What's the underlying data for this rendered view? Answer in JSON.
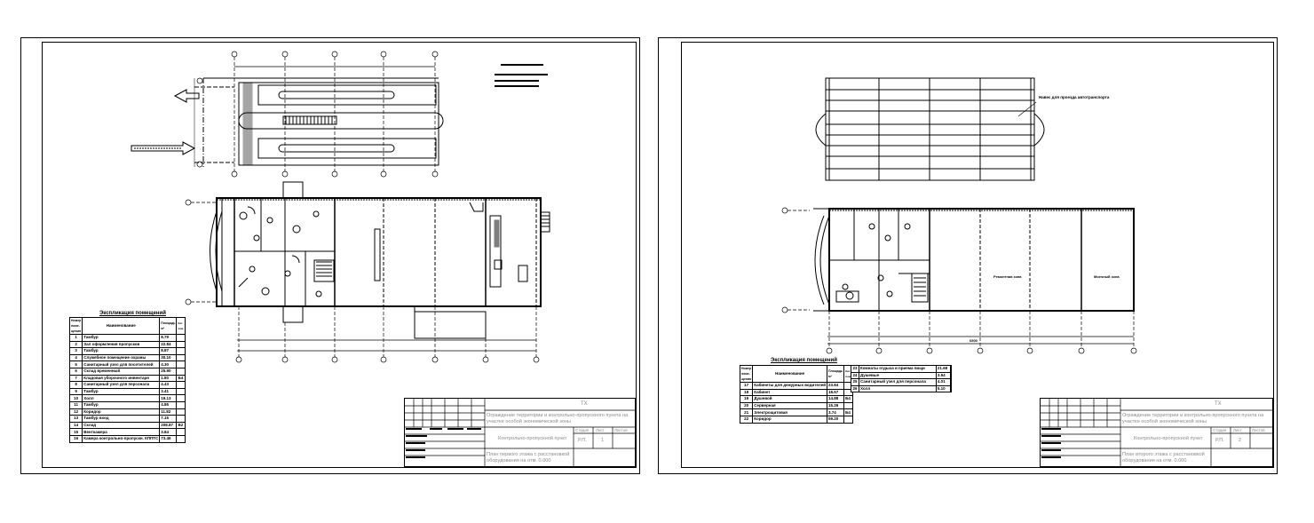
{
  "sheets": [
    {
      "explication": {
        "title": "Экспликация помещений",
        "headers": [
          "Номер поме-щения",
          "Наименование",
          "Площадь м²",
          "Кат. пом."
        ],
        "rows": [
          [
            "1",
            "Тамбур",
            "8.79",
            ""
          ],
          [
            "2",
            "Зал оформления пропусков",
            "22.84",
            ""
          ],
          [
            "3",
            "Тамбур",
            "8.87",
            ""
          ],
          [
            "4",
            "Служебное помещение охраны",
            "30.10",
            ""
          ],
          [
            "5",
            "Санитарный узел для посетителей",
            "4.30",
            ""
          ],
          [
            "6",
            "Склад временный",
            "25.90",
            ""
          ],
          [
            "7",
            "Кладовая уборочного инвентаря",
            "1.80",
            "Б4"
          ],
          [
            "8",
            "Санитарный узел для персонала",
            "4.43",
            ""
          ],
          [
            "9",
            "Тамбур",
            "3.41",
            ""
          ],
          [
            "10",
            "Холл",
            "19.13",
            ""
          ],
          [
            "11",
            "Тамбур",
            "4.85",
            ""
          ],
          [
            "12",
            "Коридор",
            "11.82",
            ""
          ],
          [
            "13",
            "Тамбур вход",
            "7.15",
            ""
          ],
          [
            "14",
            "Склад",
            "208.87",
            "В2"
          ],
          [
            "15",
            "Венткамера",
            "3.84",
            ""
          ],
          [
            "16",
            "Камера контрольно-пропускн. КППТС",
            "73.46",
            ""
          ]
        ]
      },
      "title_block": {
        "code": "ТХ",
        "project": "Ограждение территории и контрольно-пропускного пункта на участке особой экономической зоны",
        "object": "Контрольно-пропускной пункт",
        "stage_headers": [
          "Стадия",
          "Лист",
          "Листов"
        ],
        "stage_values": [
          "Р.П.",
          "1",
          ""
        ],
        "drawing": "План первого этажа с расстановкой оборудования на отм. 0.000"
      }
    },
    {
      "plan_labels": {
        "canopy_note": "Навес для проезда автотранспорта",
        "room_a": "Ремонтная зона",
        "room_b": "Моечный зона",
        "dimension": "6500"
      },
      "explication": {
        "title": "Экспликация помещений",
        "headers": [
          "Номер поме-щения",
          "Наименование",
          "Площадь м²",
          "Кат. пом."
        ],
        "rows": [
          [
            "17",
            "Кабинеты для дежурных водителей",
            "23.84",
            ""
          ],
          [
            "18",
            "Кабинет",
            "18.57",
            ""
          ],
          [
            "19",
            "Душевой",
            "14.88",
            "Б4"
          ],
          [
            "20",
            "Серверная",
            "15.26",
            ""
          ],
          [
            "21",
            "Электрощитовая",
            "3.74",
            "Б4"
          ],
          [
            "22",
            "Коридор",
            "59.20",
            ""
          ]
        ],
        "rows_right": [
          [
            "23",
            "Комнаты отдыха и приема пищи",
            "21.68"
          ],
          [
            "24",
            "Душевые",
            "3.94"
          ],
          [
            "25",
            "Санитарный узел для персонала",
            "4.01"
          ],
          [
            "26",
            "Холл",
            "5.10"
          ]
        ]
      },
      "title_block": {
        "code": "ТХ",
        "project": "Ограждение территории и контрольно-пропускного пункта на участке особой экономической зоны",
        "object": "Контрольно-пропускной пункт",
        "stage_headers": [
          "Стадия",
          "Лист",
          "Листов"
        ],
        "stage_values": [
          "Р.П.",
          "2",
          ""
        ],
        "drawing": "План второго этажа с расстановкой оборудования на отм. 0.000"
      }
    }
  ]
}
